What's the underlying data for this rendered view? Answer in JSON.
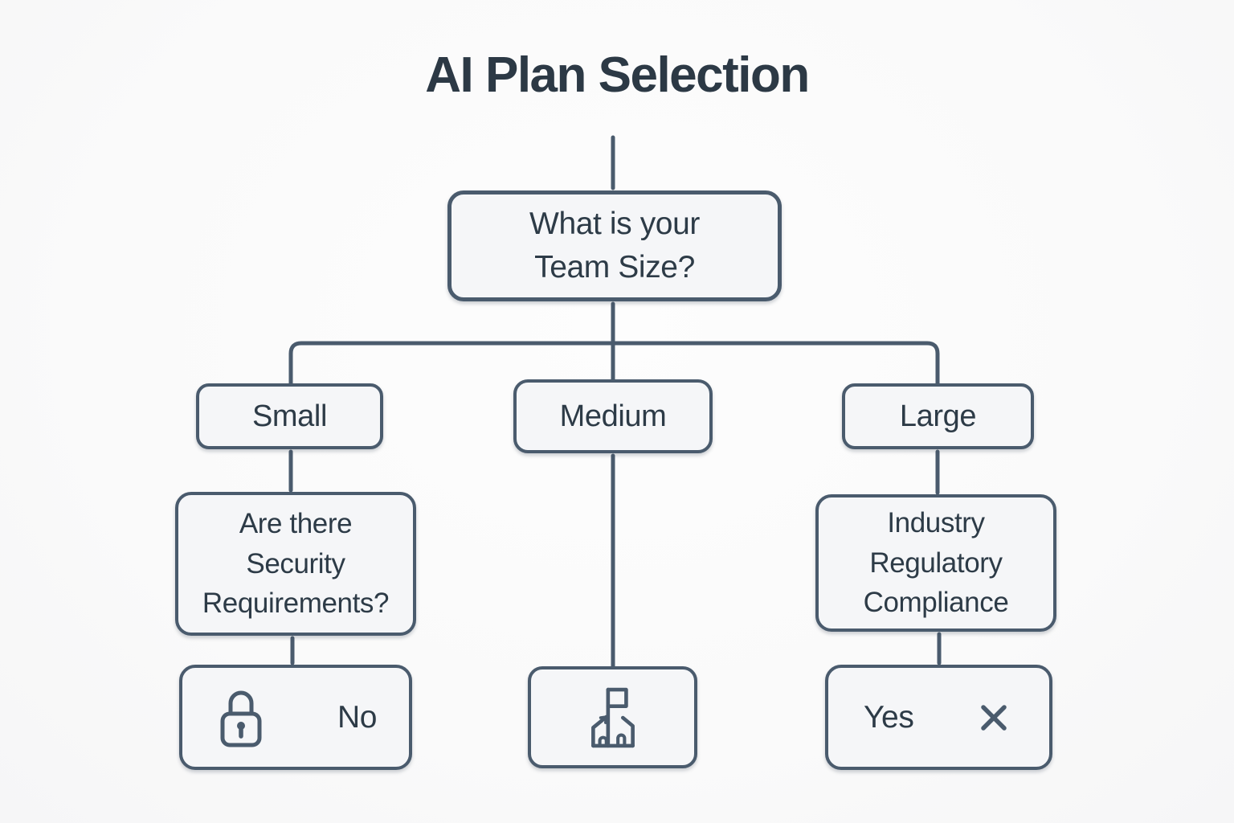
{
  "title": "AI Plan Selection",
  "colors": {
    "line": "#4a5b6d",
    "node_border": "#4a5b6d",
    "node_fill": "#f5f6f8",
    "text": "#2d3b47",
    "background": "#fbfbfb"
  },
  "tree": {
    "root": {
      "label": "What is your\nTeam Size?"
    },
    "branches": [
      {
        "label": "Small",
        "question": {
          "label": "Are there\nSecurity\nRequirements?"
        },
        "leaf": {
          "icon": "lock-icon",
          "label": "No"
        }
      },
      {
        "label": "Medium",
        "leaf": {
          "icon": "building-icon"
        }
      },
      {
        "label": "Large",
        "question": {
          "label": "Industry\nRegulatory\nCompliance"
        },
        "leaf": {
          "label": "Yes",
          "icon": "x-icon"
        }
      }
    ]
  }
}
